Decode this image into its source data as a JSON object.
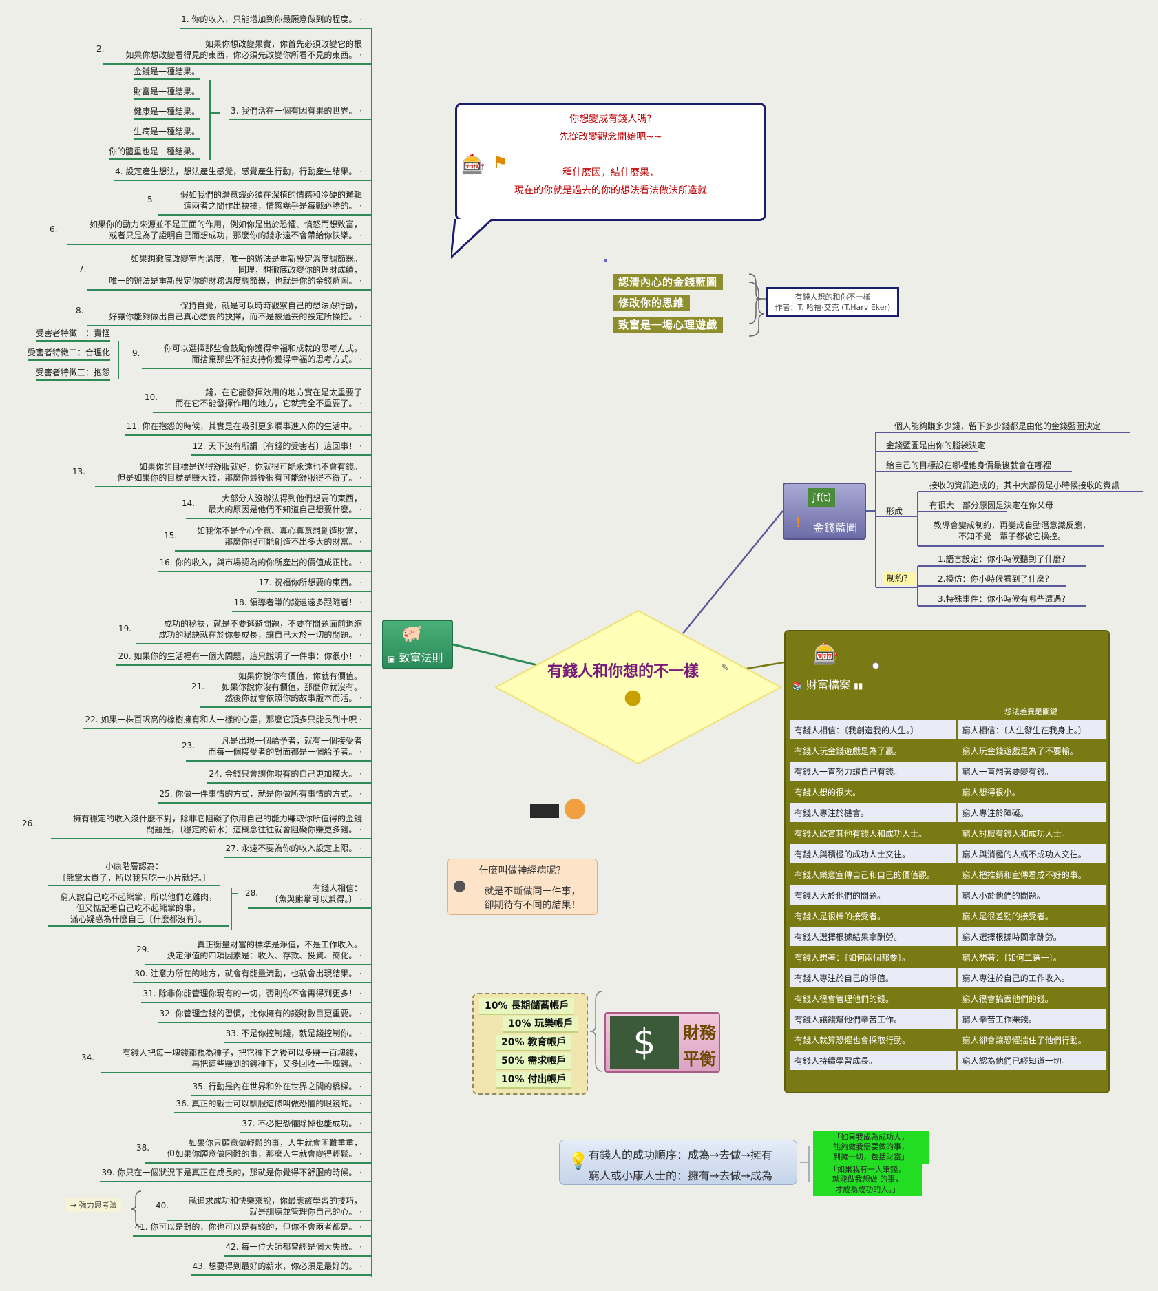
{
  "central": {
    "title": "有錢人和你想的不一樣"
  },
  "rule_node": {
    "label": "致富法則"
  },
  "blueprint_node": {
    "label": "金錢藍圖"
  },
  "wealth_file": {
    "label": "財富檔案",
    "subtitle": "想法差異是關鍵"
  },
  "balance_node": {
    "label_1": "財務",
    "label_2": "平衡"
  },
  "speech": {
    "line1": "你想變成有錢人嗎?",
    "line2": "先從改變觀念開始吧~~",
    "line3": "種什麼因，結什麼果，",
    "line4": "現在的你就是過去的你的想法看法做法所造就"
  },
  "book": {
    "tags": [
      "認清內心的金錢藍圖",
      "修改你的思維",
      "致富是一場心理遊戲"
    ],
    "title": "有錢人想的和你不一樣",
    "author": "作者：T. 哈福·艾克 (T.Harv Eker)"
  },
  "rules": [
    {
      "num": "1.",
      "lines": [
        "你的收入，只能增加到你最願意做到的程度。"
      ]
    },
    {
      "num": "2.",
      "lines": [
        "如果你想改變果實，你首先必須改變它的根",
        "如果你想改變看得見的東西，你必須先改變你所看不見的東西。"
      ]
    },
    {
      "num": "3.",
      "lines": [
        "我們活在一個有因有果的世界。"
      ]
    },
    {
      "num": "4.",
      "lines": [
        "設定產生想法，想法產生感覺，感覺產生行動，行動產生結果。"
      ]
    },
    {
      "num": "5.",
      "lines": [
        "假如我們的潛意識必須在深植的情感和冷硬的邏輯",
        "這兩者之間作出抉擇，情感幾乎是每戰必勝的。"
      ]
    },
    {
      "num": "6.",
      "lines": [
        "如果你的動力來源並不是正面的作用，例如你是出於恐懼、憤怒而想致富，",
        "或者只是為了證明自己而想成功，那麼你的錢永遠不會帶給你快樂。"
      ]
    },
    {
      "num": "7.",
      "lines": [
        "如果想徹底改變室內溫度，唯一的辦法是重新設定溫度調節器。",
        "同理，想徹底改變你的理財成績，",
        "唯一的辦法是重新設定你的財務溫度調節器，也就是你的金錢藍圖。"
      ]
    },
    {
      "num": "8.",
      "lines": [
        "保持自覺，就是可以時時觀察自己的想法跟行動，",
        "好讓你能夠做出自己真心想要的抉擇，而不是被過去的設定所操控。"
      ]
    },
    {
      "num": "9.",
      "lines": [
        "你可以選擇那些會鼓勵你獲得幸福和成就的思考方式，",
        "而捨棄那些不能支持你獲得幸福的思考方式。"
      ]
    },
    {
      "num": "10.",
      "lines": [
        "錢，在它能發揮效用的地方實在是太重要了",
        "而在它不能發揮作用的地方，它就完全不重要了。"
      ]
    },
    {
      "num": "11.",
      "lines": [
        "你在抱怨的時候，其實是在吸引更多爛事進入你的生活中。"
      ]
    },
    {
      "num": "12.",
      "lines": [
        "天下沒有所謂〔有錢的受害者〕這回事！"
      ]
    },
    {
      "num": "13.",
      "lines": [
        "如果你的目標是過得舒服就好，你就很可能永遠也不會有錢。",
        "但是如果你的目標是賺大錢，那麼你最後很有可能舒服得不得了。"
      ]
    },
    {
      "num": "14.",
      "lines": [
        "大部分人沒辦法得到他們想要的東西，",
        "最大的原因是他們不知道自己想要什麼。"
      ]
    },
    {
      "num": "15.",
      "lines": [
        "如我你不是全心全意、真心真意想創造財富，",
        "那麼你很可能創造不出多大的財富。"
      ]
    },
    {
      "num": "16.",
      "lines": [
        "你的收入，與市場認為的你所產出的價值成正比。"
      ]
    },
    {
      "num": "17.",
      "lines": [
        "祝福你所想要的東西。"
      ]
    },
    {
      "num": "18.",
      "lines": [
        "領導者賺的錢遠遠多跟隨者！"
      ]
    },
    {
      "num": "19.",
      "lines": [
        "成功的秘訣，就是不要逃避問題，不要在問題面前退縮",
        "成功的秘訣就在於你要成長，讓自己大於一切的問題。"
      ]
    },
    {
      "num": "20.",
      "lines": [
        "如果你的生活裡有一個大問題，這只說明了一件事：你很小！"
      ]
    },
    {
      "num": "21.",
      "lines": [
        "如果你說你有價值，你就有價值。",
        "如果你說你沒有價值，那麼你就沒有。",
        "然後你就會依照你的故事版本而活。"
      ]
    },
    {
      "num": "22.",
      "lines": [
        "如果一株百呎高的橡樹擁有和人一樣的心靈，那麼它頂多只能長到十呎"
      ]
    },
    {
      "num": "23.",
      "lines": [
        "凡是出現一個給予者，就有一個接受者",
        "而每一個接受者的對面都是一個給予者。"
      ]
    },
    {
      "num": "24.",
      "lines": [
        "金錢只會讓你現有的自己更加擴大。"
      ]
    },
    {
      "num": "25.",
      "lines": [
        "你做一件事情的方式，就是你做所有事情的方式。"
      ]
    },
    {
      "num": "26.",
      "lines": [
        "擁有穩定的收入沒什麼不對，除非它阻礙了你用自己的能力賺取你所值得的金錢",
        "--問題是，〔穩定的薪水〕這概念往往就會阻礙你賺更多錢。"
      ]
    },
    {
      "num": "27.",
      "lines": [
        "永遠不要為你的收入設定上限。"
      ]
    },
    {
      "num": "28.",
      "lines": [
        "有錢人相信：",
        "〔魚與熊掌可以兼得。〕"
      ]
    },
    {
      "num": "29.",
      "lines": [
        "真正衡量財富的標準是淨值，不是工作收入。",
        "決定淨值的四項因素是：收入、存款、投資、簡化。"
      ]
    },
    {
      "num": "30.",
      "lines": [
        "注意力所在的地方，就會有能量流動，也就會出現結果。"
      ]
    },
    {
      "num": "31.",
      "lines": [
        "除非你能管理你現有的一切，否則你不會再得到更多！"
      ]
    },
    {
      "num": "32.",
      "lines": [
        "你管理金錢的習慣，比你擁有的錢財數目更重要。"
      ]
    },
    {
      "num": "33.",
      "lines": [
        "不是你控制錢，就是錢控制你。"
      ]
    },
    {
      "num": "34.",
      "lines": [
        "有錢人把每一塊錢都視為種子，把它種下之後可以多賺一百塊錢，",
        "再把這些賺到的錢種下，又多回收一千塊錢。"
      ]
    },
    {
      "num": "35.",
      "lines": [
        "行動是內在世界和外在世界之間的橋樑。"
      ]
    },
    {
      "num": "36.",
      "lines": [
        "真正的戰士可以馴服這條叫做恐懼的眼鏡蛇。"
      ]
    },
    {
      "num": "37.",
      "lines": [
        "不必把恐懼除掉也能成功。"
      ]
    },
    {
      "num": "38.",
      "lines": [
        "如果你只願意做輕鬆的事，人生就會困難重重，",
        "但如果你願意做困難的事，那麼人生就會變得輕鬆。"
      ]
    },
    {
      "num": "39.",
      "lines": [
        "你只在一個狀況下是真正在成長的，那就是你覺得不舒服的時候。"
      ]
    },
    {
      "num": "40.",
      "lines": [
        "就追求成功和快樂來說，你最應該學習的技巧，",
        "就是訓練並管理你自己的心。"
      ]
    },
    {
      "num": "41.",
      "lines": [
        "你可以是對的，你也可以是有錢的，但你不會兩者都是。"
      ]
    },
    {
      "num": "42.",
      "lines": [
        "每一位大師都曾經是個大失敗。"
      ]
    },
    {
      "num": "43.",
      "lines": [
        "想要得到最好的薪水，你必須是最好的。"
      ]
    }
  ],
  "results": [
    "金錢是一種結果。",
    "財富是一種結果。",
    "健康是一種結果。",
    "生病是一種結果。",
    "你的體重也是一種結果。"
  ],
  "victims": [
    "受害者特徵一：責怪",
    "受害者特徵二：合理化",
    "受害者特徵三：抱怨"
  ],
  "middle_class": {
    "title": "小康階層認為：",
    "line1": "〔熊掌太貴了，所以我只吃一小片就好。〕",
    "poor": [
      "窮人說自己吃不起熊掌，所以他們吃雞肉，",
      "但又惦記著自己吃不起熊掌的事，",
      "滿心疑惑為什麼自己〔什麼都沒有〕。"
    ]
  },
  "hint": "→ 強力思考法",
  "blueprint": {
    "items": [
      "一個人能夠賺多少錢，留下多少錢都是由他的金錢藍圖決定",
      "金錢藍圖是由你的腦袋決定",
      "給自己的目標設在哪裡他身價最後就會在哪裡"
    ],
    "formation_label": "形成",
    "formation": [
      "接收的資訊造成的，其中大部份是小時候接收的資訊",
      "有很大一部分原因是決定在你父母",
      "教導會變成制約，再變成自動潛意識反應，",
      "不知不覺一輩子都被它操控。"
    ],
    "condition_label": "制約？",
    "conditions": [
      "1.語言設定：你小時候聽到了什麼？",
      "2.模仿：你小時候看到了什麼？",
      "3.特殊事件：你小時候有哪些遭遇？"
    ]
  },
  "wealth_rows": [
    [
      "有錢人相信：〔我創造我的人生。〕",
      "窮人相信：〔人生發生在我身上。〕"
    ],
    [
      "有錢人玩金錢遊戲是為了贏。",
      "窮人玩金錢遊戲是為了不要輸。"
    ],
    [
      "有錢人一直努力讓自己有錢。",
      "窮人一直想著要變有錢。"
    ],
    [
      "有錢人想的很大。",
      "窮人想得很小。"
    ],
    [
      "有錢人專注於機會。",
      "窮人專注於障礙。"
    ],
    [
      "有錢人欣賞其他有錢人和成功人士。",
      "窮人討厭有錢人和成功人士。"
    ],
    [
      "有錢人與積極的成功人士交往。",
      "窮人與消極的人或不成功人交往。"
    ],
    [
      "有錢人樂意宣傳自己和自己的價值觀。",
      "窮人把推銷和宣傳看成不好的事。"
    ],
    [
      "有錢人大於他們的問題。",
      "窮人小於他們的問題。"
    ],
    [
      "有錢人是很棒的接受者。",
      "窮人是很差勁的接受者。"
    ],
    [
      "有錢人選擇根據結果拿酬勞。",
      "窮人選擇根據時間拿酬勞。"
    ],
    [
      "有錢人想著：〔如何兩個都要〕。",
      "窮人想著：〔如何二選一〕。"
    ],
    [
      "有錢人專注於自己的淨值。",
      "窮人專注於自己的工作收入。"
    ],
    [
      "有錢人很會管理他們的錢。",
      "窮人很會搞丟他們的錢。"
    ],
    [
      "有錢人讓錢幫他們辛苦工作。",
      "窮人辛苦工作賺錢。"
    ],
    [
      "有錢人就算恐懼也會採取行動。",
      "窮人卻會讓恐懼擋住了他們行動。"
    ],
    [
      "有錢人持續學習成長。",
      "窮人認為他們已經知道一切。"
    ]
  ],
  "neuro": {
    "question": "什麼叫做神經病呢？",
    "answer1": "就是不斷做同一件事，",
    "answer2": "卻期待有不同的結果！"
  },
  "accounts": [
    "10%  長期儲蓄帳戶",
    "10%  玩樂帳戶",
    "20%  教育帳戶",
    "50%  需求帳戶",
    "10%  付出帳戶"
  ],
  "order": {
    "rich": "有錢人的成功順序：成為→去做→擁有",
    "poor": "窮人或小康人士的：擁有→去做→成為"
  },
  "quotes": [
    [
      "「如果我成為成功人，",
      "能夠做我需要做的事，",
      "到擁一切，包括財富」"
    ],
    [
      "「如果我有一大筆錢，",
      "就能做我想做 的事，",
      "才成為成功的人。」"
    ]
  ],
  "colors": {
    "green_line": "#2e8b57",
    "purple_line": "#5a5a9a",
    "olive": "#7a7a14",
    "center_fill": "#ffffb8",
    "title_purple": "#7a1a7a"
  }
}
